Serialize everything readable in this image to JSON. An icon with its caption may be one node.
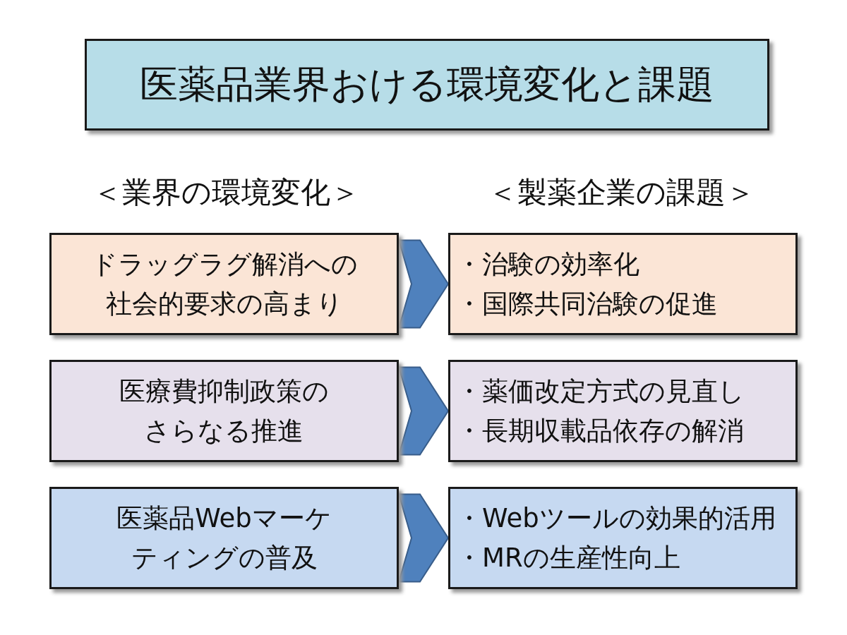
{
  "diagram": {
    "nodes": [
      {
        "text": [
          "医薬品業界おける環境変化と課題"
        ]
      },
      {
        "text": [
          "ドラッグラグ解消への社会的要求の高まり"
        ]
      },
      {
        "text": [
          "・治験の効率化",
          "・国際共同治験の促進"
        ]
      },
      {
        "text": [
          "医療費抑制政策のさらなる推進"
        ]
      },
      {
        "text": [
          "・薬価改定方式の見直し",
          "・長期収載品依存の解消"
        ]
      },
      {
        "text": [
          "医薬品Webマーケティングの普及"
        ]
      },
      {
        "text": [
          "・Webツールの効果的活用",
          "・MRの生産性向上"
        ]
      }
    ],
    "edges": [
      {
        "from": 1,
        "to": 2,
        "arrow": "to"
      },
      {
        "from": 3,
        "to": 4,
        "arrow": "to"
      },
      {
        "from": 5,
        "to": 6,
        "arrow": "to"
      }
    ],
    "labels": [
      "＜業界の環境変化＞",
      "＜製薬企業の課題＞"
    ]
  }
}
